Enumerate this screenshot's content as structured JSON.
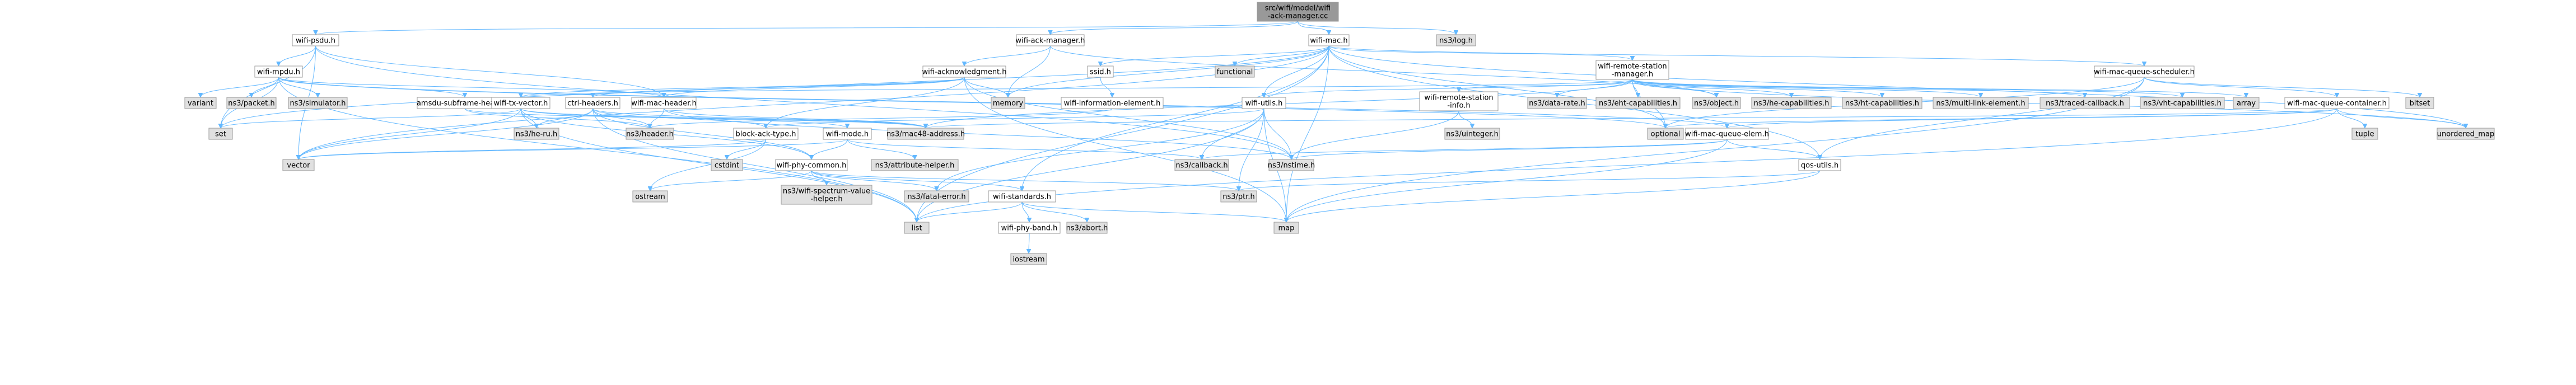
{
  "graph": {
    "root": "src/wifi/model/wifi-ack-manager.cc",
    "colors": {
      "root_fill": "#999999",
      "node_fill": "#ffffff",
      "system_fill": "#e0e0e0",
      "node_stroke": "#999999",
      "edge": "#63b8ff",
      "text": "#000000"
    },
    "nodes": [
      {
        "id": "root",
        "label": [
          "src/wifi/model/wifi",
          "-ack-manager.cc"
        ],
        "kind": "root"
      },
      {
        "id": "wifi_psdu",
        "label": [
          "wifi-psdu.h"
        ],
        "kind": "header"
      },
      {
        "id": "wifi_ack_manager",
        "label": [
          "wifi-ack-manager.h"
        ],
        "kind": "header"
      },
      {
        "id": "wifi_mac",
        "label": [
          "wifi-mac.h"
        ],
        "kind": "header"
      },
      {
        "id": "log",
        "label": [
          "ns3/log.h"
        ],
        "kind": "system"
      },
      {
        "id": "wifi_mpdu",
        "label": [
          "wifi-mpdu.h"
        ],
        "kind": "header"
      },
      {
        "id": "wifi_acknowledgment",
        "label": [
          "wifi-acknowledgment.h"
        ],
        "kind": "header"
      },
      {
        "id": "ssid",
        "label": [
          "ssid.h"
        ],
        "kind": "header"
      },
      {
        "id": "functional",
        "label": [
          "functional"
        ],
        "kind": "system"
      },
      {
        "id": "wifi_remote_station_manager",
        "label": [
          "wifi-remote-station",
          "-manager.h"
        ],
        "kind": "header"
      },
      {
        "id": "wifi_mac_queue_scheduler",
        "label": [
          "wifi-mac-queue-scheduler.h"
        ],
        "kind": "header"
      },
      {
        "id": "variant",
        "label": [
          "variant"
        ],
        "kind": "system"
      },
      {
        "id": "packet",
        "label": [
          "ns3/packet.h"
        ],
        "kind": "system"
      },
      {
        "id": "simulator",
        "label": [
          "ns3/simulator.h"
        ],
        "kind": "system"
      },
      {
        "id": "amsdu_subframe_header",
        "label": [
          "amsdu-subframe-header.h"
        ],
        "kind": "header"
      },
      {
        "id": "ctrl_headers",
        "label": [
          "ctrl-headers.h"
        ],
        "kind": "header"
      },
      {
        "id": "wifi_tx_vector",
        "label": [
          "wifi-tx-vector.h"
        ],
        "kind": "header"
      },
      {
        "id": "wifi_mac_header",
        "label": [
          "wifi-mac-header.h"
        ],
        "kind": "header"
      },
      {
        "id": "memory",
        "label": [
          "memory"
        ],
        "kind": "system"
      },
      {
        "id": "wifi_information_element",
        "label": [
          "wifi-information-element.h"
        ],
        "kind": "header"
      },
      {
        "id": "wifi_utils",
        "label": [
          "wifi-utils.h"
        ],
        "kind": "header"
      },
      {
        "id": "wifi_remote_station_info",
        "label": [
          "wifi-remote-station",
          "-info.h"
        ],
        "kind": "header"
      },
      {
        "id": "data_rate",
        "label": [
          "ns3/data-rate.h"
        ],
        "kind": "system"
      },
      {
        "id": "eht_capabilities",
        "label": [
          "ns3/eht-capabilities.h"
        ],
        "kind": "system"
      },
      {
        "id": "object",
        "label": [
          "ns3/object.h"
        ],
        "kind": "system"
      },
      {
        "id": "he_capabilities",
        "label": [
          "ns3/he-capabilities.h"
        ],
        "kind": "system"
      },
      {
        "id": "ht_capabilities",
        "label": [
          "ns3/ht-capabilities.h"
        ],
        "kind": "system"
      },
      {
        "id": "multi_link_element",
        "label": [
          "ns3/multi-link-element.h"
        ],
        "kind": "system"
      },
      {
        "id": "traced_callback",
        "label": [
          "ns3/traced-callback.h"
        ],
        "kind": "system"
      },
      {
        "id": "vht_capabilities",
        "label": [
          "ns3/vht-capabilities.h"
        ],
        "kind": "system"
      },
      {
        "id": "array",
        "label": [
          "array"
        ],
        "kind": "system"
      },
      {
        "id": "wifi_mac_queue_container",
        "label": [
          "wifi-mac-queue-container.h"
        ],
        "kind": "header"
      },
      {
        "id": "bitset",
        "label": [
          "bitset"
        ],
        "kind": "system"
      },
      {
        "id": "set",
        "label": [
          "set"
        ],
        "kind": "system"
      },
      {
        "id": "he_ru",
        "label": [
          "ns3/he-ru.h"
        ],
        "kind": "system"
      },
      {
        "id": "header",
        "label": [
          "ns3/header.h"
        ],
        "kind": "system"
      },
      {
        "id": "block_ack_type",
        "label": [
          "block-ack-type.h"
        ],
        "kind": "header"
      },
      {
        "id": "wifi_mode",
        "label": [
          "wifi-mode.h"
        ],
        "kind": "header"
      },
      {
        "id": "mac48_address",
        "label": [
          "ns3/mac48-address.h"
        ],
        "kind": "system"
      },
      {
        "id": "uinteger",
        "label": [
          "ns3/uinteger.h"
        ],
        "kind": "system"
      },
      {
        "id": "optional",
        "label": [
          "optional"
        ],
        "kind": "system"
      },
      {
        "id": "wifi_mac_queue_elem",
        "label": [
          "wifi-mac-queue-elem.h"
        ],
        "kind": "header"
      },
      {
        "id": "tuple",
        "label": [
          "tuple"
        ],
        "kind": "system"
      },
      {
        "id": "unordered_map",
        "label": [
          "unordered_map"
        ],
        "kind": "system"
      },
      {
        "id": "vector",
        "label": [
          "vector"
        ],
        "kind": "system"
      },
      {
        "id": "cstdint",
        "label": [
          "cstdint"
        ],
        "kind": "system"
      },
      {
        "id": "wifi_phy_common",
        "label": [
          "wifi-phy-common.h"
        ],
        "kind": "header"
      },
      {
        "id": "attribute_helper",
        "label": [
          "ns3/attribute-helper.h"
        ],
        "kind": "system"
      },
      {
        "id": "callback",
        "label": [
          "ns3/callback.h"
        ],
        "kind": "system"
      },
      {
        "id": "nstime",
        "label": [
          "ns3/nstime.h"
        ],
        "kind": "system"
      },
      {
        "id": "qos_utils",
        "label": [
          "qos-utils.h"
        ],
        "kind": "header"
      },
      {
        "id": "ostream",
        "label": [
          "ostream"
        ],
        "kind": "system"
      },
      {
        "id": "wifi_spectrum_value_helper",
        "label": [
          "ns3/wifi-spectrum-value",
          "-helper.h"
        ],
        "kind": "system"
      },
      {
        "id": "fatal_error",
        "label": [
          "ns3/fatal-error.h"
        ],
        "kind": "system"
      },
      {
        "id": "wifi_standards",
        "label": [
          "wifi-standards.h"
        ],
        "kind": "header"
      },
      {
        "id": "ptr",
        "label": [
          "ns3/ptr.h"
        ],
        "kind": "system"
      },
      {
        "id": "list",
        "label": [
          "list"
        ],
        "kind": "system"
      },
      {
        "id": "map",
        "label": [
          "map"
        ],
        "kind": "system"
      },
      {
        "id": "wifi_phy_band",
        "label": [
          "wifi-phy-band.h"
        ],
        "kind": "header"
      },
      {
        "id": "abort",
        "label": [
          "ns3/abort.h"
        ],
        "kind": "system"
      },
      {
        "id": "iostream",
        "label": [
          "iostream"
        ],
        "kind": "system"
      }
    ],
    "edges": [
      [
        "root",
        "wifi_psdu"
      ],
      [
        "root",
        "wifi_ack_manager"
      ],
      [
        "root",
        "wifi_mac"
      ],
      [
        "root",
        "log"
      ],
      [
        "wifi_psdu",
        "wifi_mpdu"
      ],
      [
        "wifi_psdu",
        "wifi_mac_header"
      ],
      [
        "wifi_psdu",
        "set"
      ],
      [
        "wifi_psdu",
        "vector"
      ],
      [
        "wifi_psdu",
        "nstime"
      ],
      [
        "wifi_ack_manager",
        "wifi_acknowledgment"
      ],
      [
        "wifi_ack_manager",
        "memory"
      ],
      [
        "wifi_ack_manager",
        "object"
      ],
      [
        "wifi_mac",
        "ssid"
      ],
      [
        "wifi_mac",
        "functional"
      ],
      [
        "wifi_mac",
        "wifi_remote_station_manager"
      ],
      [
        "wifi_mac",
        "wifi_mac_queue_scheduler"
      ],
      [
        "wifi_mac",
        "wifi_utils"
      ],
      [
        "wifi_mac",
        "memory"
      ],
      [
        "wifi_mac",
        "set"
      ],
      [
        "wifi_mac",
        "vector"
      ],
      [
        "wifi_mac",
        "qos_utils"
      ],
      [
        "wifi_mac",
        "optional"
      ],
      [
        "wifi_mac",
        "unordered_map"
      ],
      [
        "wifi_mac",
        "wifi_standards"
      ],
      [
        "wifi_mac",
        "map"
      ],
      [
        "wifi_mac",
        "list"
      ],
      [
        "wifi_mpdu",
        "amsdu_subframe_header"
      ],
      [
        "wifi_mpdu",
        "wifi_mac_header"
      ],
      [
        "wifi_mpdu",
        "wifi_mac_queue_elem"
      ],
      [
        "wifi_mpdu",
        "variant"
      ],
      [
        "wifi_mpdu",
        "packet"
      ],
      [
        "wifi_mpdu",
        "simulator"
      ],
      [
        "wifi_mpdu",
        "list"
      ],
      [
        "wifi_mpdu",
        "set"
      ],
      [
        "wifi_mpdu",
        "optional"
      ],
      [
        "wifi_acknowledgment",
        "ctrl_headers"
      ],
      [
        "wifi_acknowledgment",
        "wifi_mac_header"
      ],
      [
        "wifi_acknowledgment",
        "wifi_tx_vector"
      ],
      [
        "wifi_acknowledgment",
        "nstime"
      ],
      [
        "wifi_acknowledgment",
        "map"
      ],
      [
        "wifi_acknowledgment",
        "memory"
      ],
      [
        "wifi_acknowledgment",
        "block_ack_type"
      ],
      [
        "ssid",
        "wifi_information_element"
      ],
      [
        "wifi_remote_station_manager",
        "wifi_remote_station_info"
      ],
      [
        "wifi_remote_station_manager",
        "wifi_utils"
      ],
      [
        "wifi_remote_station_manager",
        "data_rate"
      ],
      [
        "wifi_remote_station_manager",
        "eht_capabilities"
      ],
      [
        "wifi_remote_station_manager",
        "object"
      ],
      [
        "wifi_remote_station_manager",
        "he_capabilities"
      ],
      [
        "wifi_remote_station_manager",
        "ht_capabilities"
      ],
      [
        "wifi_remote_station_manager",
        "multi_link_element"
      ],
      [
        "wifi_remote_station_manager",
        "traced_callback"
      ],
      [
        "wifi_remote_station_manager",
        "vht_capabilities"
      ],
      [
        "wifi_remote_station_manager",
        "array"
      ],
      [
        "wifi_remote_station_manager",
        "wifi_tx_vector"
      ],
      [
        "wifi_remote_station_manager",
        "optional"
      ],
      [
        "wifi_remote_station_manager",
        "unordered_map"
      ],
      [
        "wifi_remote_station_manager",
        "mac48_address"
      ],
      [
        "wifi_mac_queue_scheduler",
        "wifi_mac_queue_container"
      ],
      [
        "wifi_mac_queue_scheduler",
        "bitset"
      ],
      [
        "wifi_mac_queue_scheduler",
        "map"
      ],
      [
        "wifi_mac_queue_scheduler",
        "optional"
      ],
      [
        "wifi_mac_queue_scheduler",
        "qos_utils"
      ],
      [
        "amsdu_subframe_header",
        "header"
      ],
      [
        "amsdu_subframe_header",
        "mac48_address"
      ],
      [
        "ctrl_headers",
        "block_ack_type"
      ],
      [
        "ctrl_headers",
        "he_ru"
      ],
      [
        "ctrl_headers",
        "header"
      ],
      [
        "ctrl_headers",
        "mac48_address"
      ],
      [
        "ctrl_headers",
        "vector"
      ],
      [
        "ctrl_headers",
        "list"
      ],
      [
        "ctrl_headers",
        "wifi_phy_common"
      ],
      [
        "wifi_tx_vector",
        "wifi_mode"
      ],
      [
        "wifi_tx_vector",
        "he_ru"
      ],
      [
        "wifi_tx_vector",
        "mac48_address"
      ],
      [
        "wifi_tx_vector",
        "list"
      ],
      [
        "wifi_tx_vector",
        "set"
      ],
      [
        "wifi_tx_vector",
        "vector"
      ],
      [
        "wifi_tx_vector",
        "wifi_phy_common"
      ],
      [
        "wifi_mac_header",
        "header"
      ],
      [
        "wifi_mac_header",
        "mac48_address"
      ],
      [
        "wifi_mac_header",
        "nstime"
      ],
      [
        "wifi_information_element",
        "header"
      ],
      [
        "wifi_utils",
        "block_ack_type"
      ],
      [
        "wifi_utils",
        "callback"
      ],
      [
        "wifi_utils",
        "fatal_error"
      ],
      [
        "wifi_utils",
        "nstime"
      ],
      [
        "wifi_utils",
        "ptr"
      ],
      [
        "wifi_utils",
        "list"
      ],
      [
        "wifi_utils",
        "map"
      ],
      [
        "wifi_remote_station_info",
        "nstime"
      ],
      [
        "wifi_remote_station_info",
        "uinteger"
      ],
      [
        "wifi_mac_queue_container",
        "wifi_mac_queue_elem"
      ],
      [
        "wifi_mac_queue_container",
        "mac48_address"
      ],
      [
        "wifi_mac_queue_container",
        "list"
      ],
      [
        "wifi_mac_queue_container",
        "optional"
      ],
      [
        "wifi_mac_queue_container",
        "tuple"
      ],
      [
        "wifi_mac_queue_container",
        "unordered_map"
      ],
      [
        "block_ack_type",
        "cstdint"
      ],
      [
        "block_ack_type",
        "ostream"
      ],
      [
        "block_ack_type",
        "vector"
      ],
      [
        "wifi_mode",
        "wifi_phy_common"
      ],
      [
        "wifi_mode",
        "attribute_helper"
      ],
      [
        "wifi_mode",
        "callback"
      ],
      [
        "wifi_mode",
        "vector"
      ],
      [
        "wifi_mac_queue_elem",
        "callback"
      ],
      [
        "wifi_mac_queue_elem",
        "nstime"
      ],
      [
        "wifi_mac_queue_elem",
        "map"
      ],
      [
        "wifi_mac_queue_elem",
        "qos_utils"
      ],
      [
        "wifi_phy_common",
        "wifi_standards"
      ],
      [
        "wifi_phy_common",
        "fatal_error"
      ],
      [
        "wifi_phy_common",
        "ptr"
      ],
      [
        "wifi_phy_common",
        "wifi_spectrum_value_helper"
      ],
      [
        "wifi_phy_common",
        "ostream"
      ],
      [
        "qos_utils",
        "ptr"
      ],
      [
        "qos_utils",
        "map"
      ],
      [
        "wifi_standards",
        "wifi_phy_band"
      ],
      [
        "wifi_standards",
        "abort"
      ],
      [
        "wifi_standards",
        "map"
      ],
      [
        "wifi_standards",
        "list"
      ],
      [
        "wifi_phy_band",
        "iostream"
      ]
    ]
  }
}
